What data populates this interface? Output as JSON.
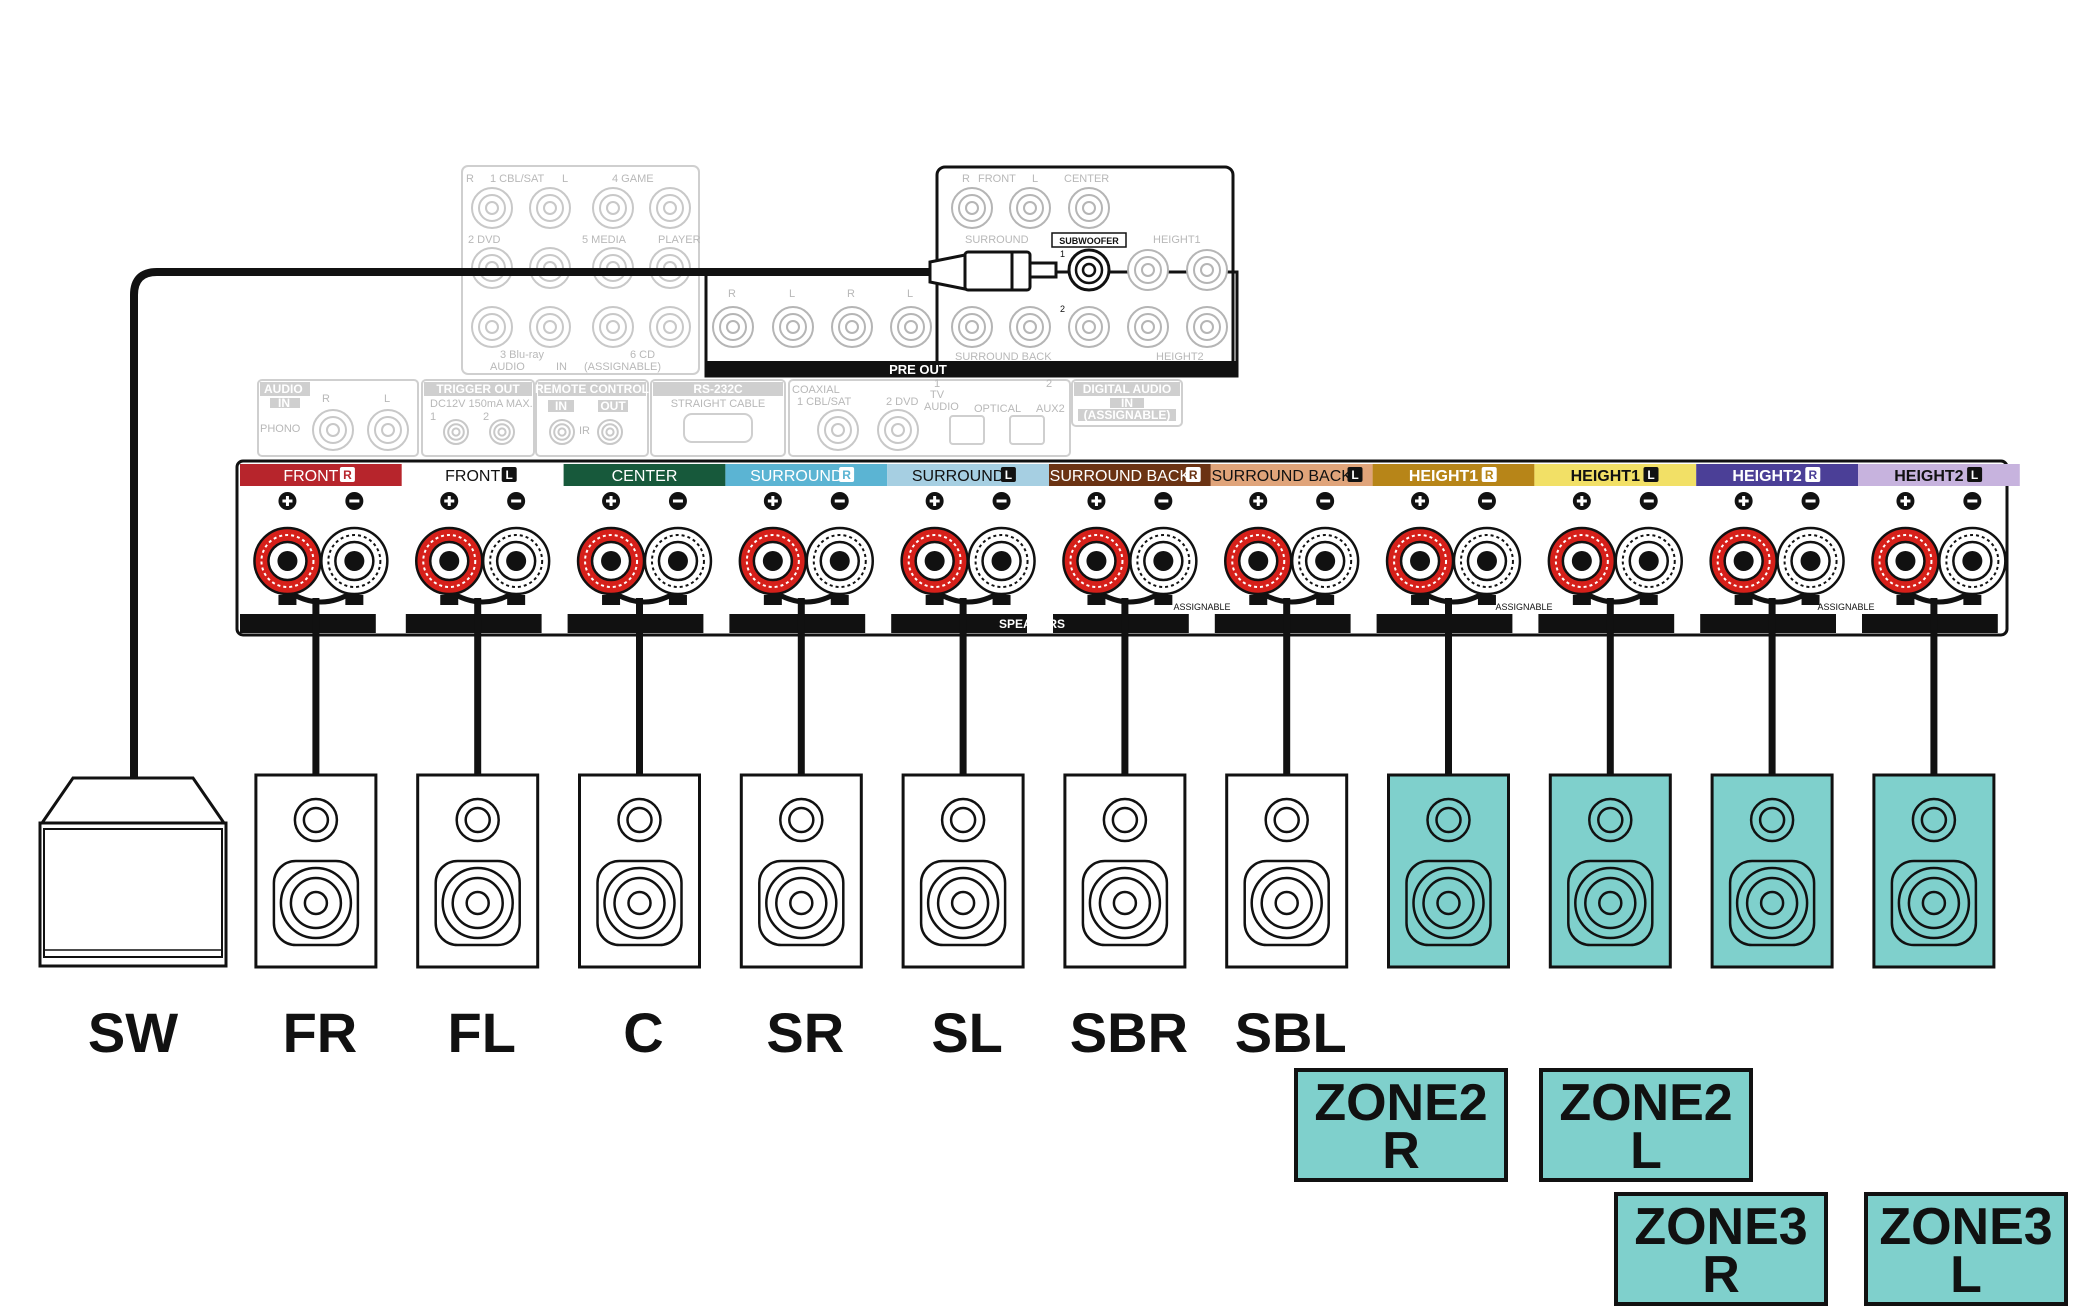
{
  "channels": [
    {
      "label": "FRONT",
      "side": "R",
      "color": "#b7252c",
      "text": "#ffffff"
    },
    {
      "label": "FRONT",
      "side": "L",
      "color": "#ffffff",
      "text": "#111111"
    },
    {
      "label": "CENTER",
      "side": "",
      "color": "#17593b",
      "text": "#ffffff"
    },
    {
      "label": "SURROUND",
      "side": "R",
      "color": "#5bb4d3",
      "text": "#ffffff"
    },
    {
      "label": "SURROUND",
      "side": "L",
      "color": "#a6cfe2",
      "text": "#111111"
    },
    {
      "label": "SURROUND BACK",
      "side": "R",
      "color": "#6b3313",
      "text": "#ffffff"
    },
    {
      "label": "SURROUND BACK",
      "side": "L",
      "color": "#e0a47a",
      "text": "#111111"
    },
    {
      "label": "HEIGHT1",
      "side": "R",
      "color": "#b78518",
      "text": "#ffffff"
    },
    {
      "label": "HEIGHT1",
      "side": "L",
      "color": "#f2e066",
      "text": "#111111"
    },
    {
      "label": "HEIGHT2",
      "side": "R",
      "color": "#4b3f97",
      "text": "#ffffff"
    },
    {
      "label": "HEIGHT2",
      "side": "L",
      "color": "#c7b3de",
      "text": "#111111"
    }
  ],
  "speakers": [
    {
      "code": "FR",
      "zone": false
    },
    {
      "code": "FL",
      "zone": false
    },
    {
      "code": "C",
      "zone": false
    },
    {
      "code": "SR",
      "zone": false
    },
    {
      "code": "SL",
      "zone": false
    },
    {
      "code": "SBR",
      "zone": false
    },
    {
      "code": "SBL",
      "zone": false
    },
    {
      "code": "",
      "zone": true
    },
    {
      "code": "",
      "zone": true
    },
    {
      "code": "",
      "zone": true
    },
    {
      "code": "",
      "zone": true
    }
  ],
  "subwoofer": {
    "code": "SW"
  },
  "zones": [
    {
      "line1": "ZONE2",
      "line2": "R"
    },
    {
      "line1": "ZONE2",
      "line2": "L"
    },
    {
      "line1": "ZONE3",
      "line2": "R"
    },
    {
      "line1": "ZONE3",
      "line2": "L"
    }
  ],
  "panel": {
    "speakers_label": "SPEAKERS",
    "assignable_1": "ASSIGNABLE",
    "assignable_2": "ASSIGNABLE",
    "assignable_3": "ASSIGNABLE"
  },
  "preout": {
    "title": "PRE OUT",
    "front": "FRONT",
    "center": "CENTER",
    "surround": "SURROUND",
    "subwoofer": "SUBWOOFER",
    "height1": "HEIGHT1",
    "surround_back": "SURROUND BACK",
    "height2": "HEIGHT2",
    "sw1": "1",
    "sw2": "2",
    "r": "R",
    "l": "L"
  },
  "inputs": {
    "cbl_sat": "1 CBL/SAT",
    "game": "4 GAME",
    "dvd": "2 DVD",
    "media": "5 MEDIA",
    "player": "PLAYER",
    "bluray": "3 Blu-ray",
    "cd": "6 CD",
    "audio": "AUDIO",
    "in": "IN",
    "assignable": "(ASSIGNABLE)",
    "r": "R",
    "l": "L"
  },
  "lower": {
    "audio_in": "AUDIO",
    "audio_in_sub": "IN",
    "phono": "PHONO",
    "trigger_out": "TRIGGER OUT",
    "trigger_spec": "DC12V 150mA MAX.",
    "trig1": "1",
    "trig2": "2",
    "remote_control": "REMOTE CONTROL",
    "rc_in": "IN",
    "rc_out": "OUT",
    "ir": "IR",
    "rs232c": "RS-232C",
    "straight_cable": "STRAIGHT CABLE",
    "coaxial": "COAXIAL",
    "coax_cbl": "1 CBL/SAT",
    "coax_dvd": "2 DVD",
    "opt_tv1": "1",
    "opt_tv": "TV",
    "opt_tv_audio": "AUDIO",
    "optical": "OPTICAL",
    "opt2": "2",
    "aux2": "AUX2",
    "digital_audio": "DIGITAL AUDIO",
    "digital_in": "IN",
    "digital_assignable": "(ASSIGNABLE)",
    "r": "R",
    "l": "L"
  },
  "colors": {
    "zone_fill": "#7fd0cc",
    "terminal_red": "#d6201a",
    "ink": "#111111",
    "ghost": "#c8c8c8"
  }
}
